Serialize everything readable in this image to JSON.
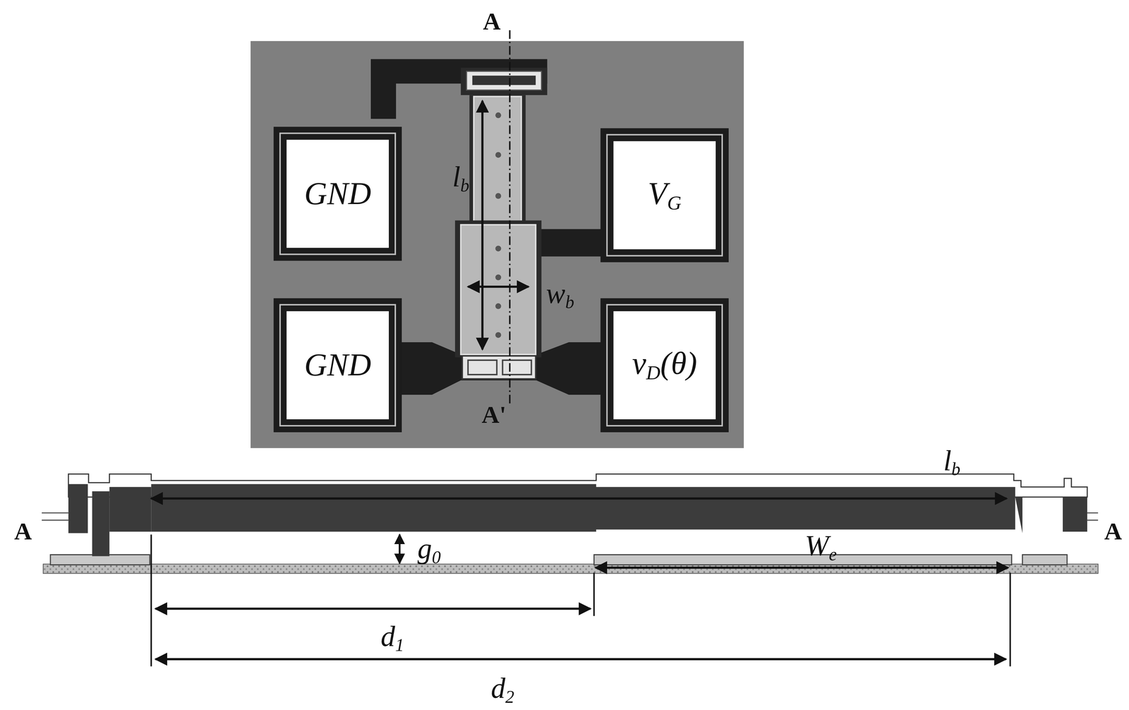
{
  "diagram": {
    "nodes": [
      {
        "text": [
          "GND"
        ]
      },
      {
        "text": [
          "VG"
        ]
      },
      {
        "text": [
          "GND"
        ]
      },
      {
        "text": [
          "vD(θ)"
        ]
      }
    ],
    "labels": [
      "A",
      "lb",
      "wb",
      "A'",
      "lb",
      "A",
      "g0",
      "We",
      "A",
      "d1",
      "d2"
    ]
  }
}
